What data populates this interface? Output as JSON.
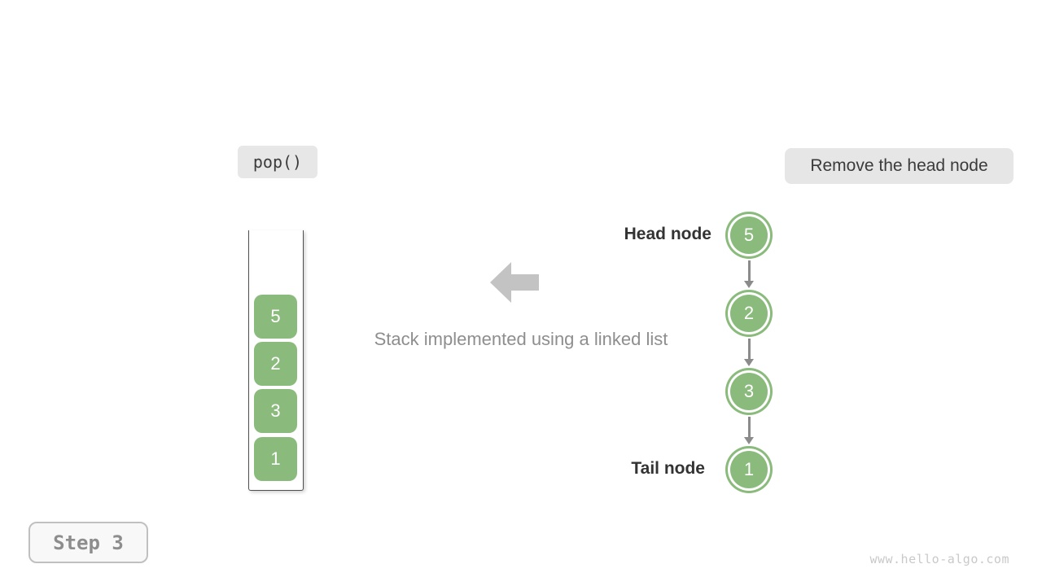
{
  "operation_badge": {
    "label": "pop()"
  },
  "description_badge": {
    "label": "Remove the head node"
  },
  "step_badge": {
    "label": "Step 3"
  },
  "caption": {
    "text": "Stack implemented using a linked list"
  },
  "stack": {
    "items": [
      "5",
      "2",
      "3",
      "1"
    ]
  },
  "linked_list": {
    "head_label": "Head node",
    "tail_label": "Tail node",
    "nodes": [
      "5",
      "2",
      "3",
      "1"
    ]
  },
  "watermark": {
    "text": "www.hello-algo.com"
  },
  "colors": {
    "node_green": "#8abb7c",
    "link_arrow_gray": "#8b8b8b",
    "big_arrow_gray": "#c3c3c3",
    "badge_bg": "#e7e7e7",
    "muted_text": "#8e8e8e",
    "dark_text": "#333333"
  }
}
